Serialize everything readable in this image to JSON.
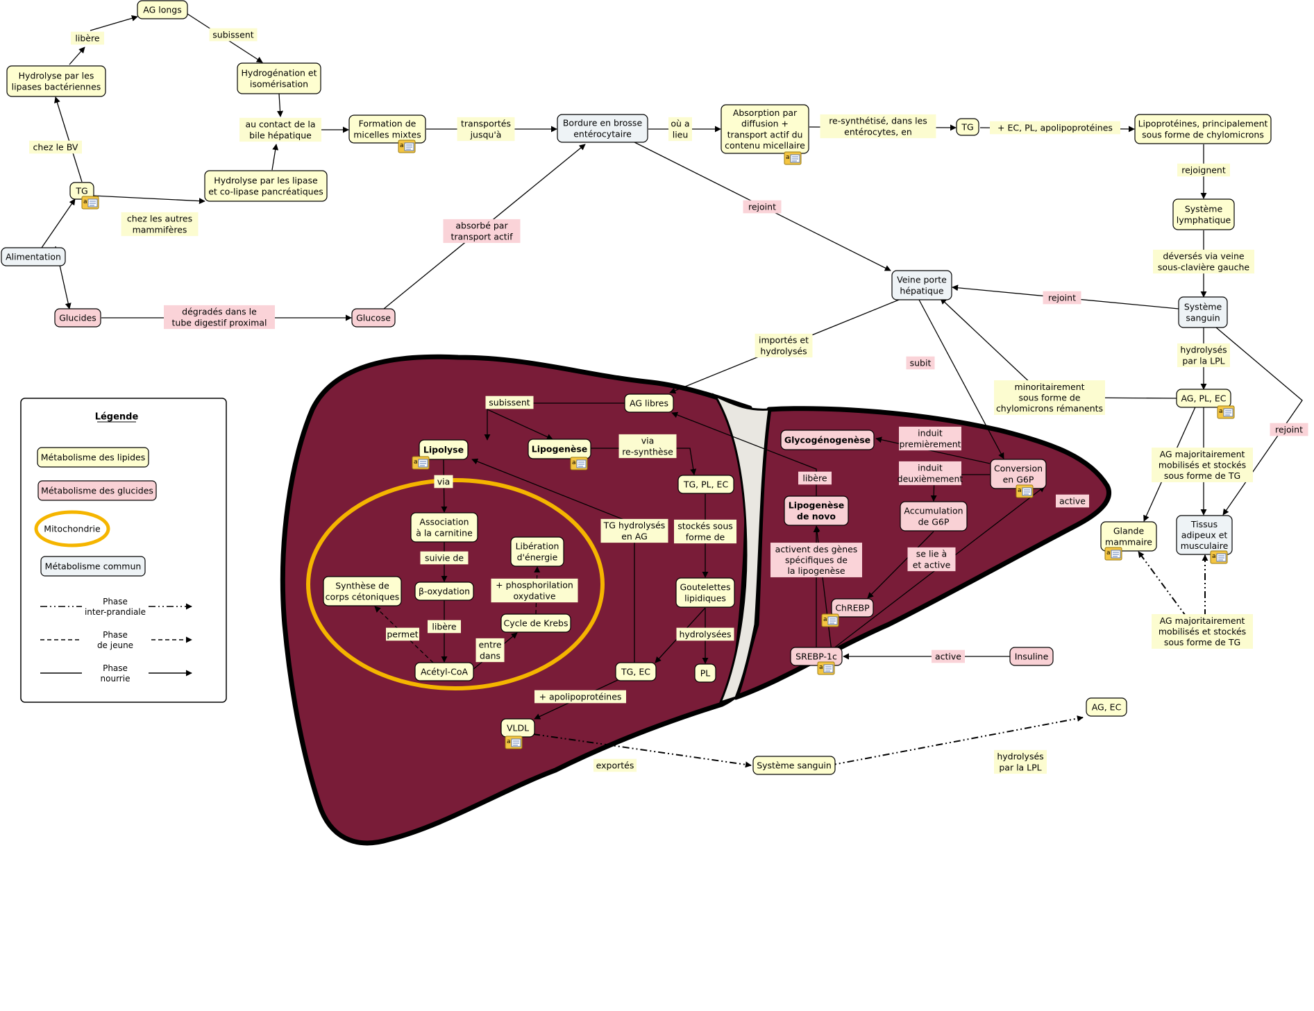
{
  "colors": {
    "lipid": "#fefed0",
    "glucid": "#f9d1d5",
    "common": "#eef3f6",
    "liver": "#791c38",
    "liver_gap": "#e9e7e1",
    "mito": "#f5b500",
    "linkLipid": "#fcfcd0",
    "linkGlucid": "#fad3d8",
    "edge": "#000000"
  },
  "legend": {
    "title": "Légende",
    "lipid": "Métabolisme des lipides",
    "glucid": "Métabolisme des glucides",
    "mito": "Mitochondrie",
    "common": "Métabolisme commun",
    "inter": "Phase\ninter-prandiale",
    "jeune": "Phase\nde jeune",
    "nourrie": "Phase\nnourrie"
  },
  "nodes": {
    "alimentation": "Alimentation",
    "tg1": "TG",
    "hydro_bact": "Hydrolyse par les\nlipases bactériennes",
    "ag_longs": "AG longs",
    "hydrog": "Hydrogénation et\nisomérisation",
    "hydro_panc": "Hydrolyse par les lipase\net co-lipase pancréatiques",
    "micelles": "Formation de\nmicelles mixtes",
    "bordure": "Bordure en brosse\nentérocytaire",
    "absorption": "Absorption par\ndiffusion +\ntransport actif du\ncontenu micellaire",
    "tg2": "TG",
    "lipoprot": "Lipoprotéines, principalement\nsous forme de chylomicrons",
    "sys_lymph": "Système\nlymphatique",
    "sys_sanguin": "Système\nsanguin",
    "veine_porte": "Veine porte\nhépatique",
    "glucides": "Glucides",
    "glucose": "Glucose",
    "ag_pl_ec": "AG, PL, EC",
    "glande": "Glande\nmammaire",
    "tissus": "Tissus\nadipeux et\nmusculaire",
    "ag_libres": "AG libres",
    "lipolyse": "Lipolyse",
    "lipogenese": "Lipogenèse",
    "tg_pl_ec": "TG, PL, EC",
    "gouttelettes": "Goutelettes\nlipidiques",
    "assoc": "Association\nà la carnitine",
    "beta": "β-oxydation",
    "synthese": "Synthèse de\ncorps cétoniques",
    "acetyl": "Acétyl-CoA",
    "krebs": "Cycle de Krebs",
    "liberation": "Libération\nd'énergie",
    "tg_ec": "TG, EC",
    "pl": "PL",
    "vldl": "VLDL",
    "sys_sanguin2": "Système sanguin",
    "ag_ec": "AG, EC",
    "glycogeno": "Glycogénogenèse",
    "conversion": "Conversion\nen G6P",
    "accumulation": "Accumulation\nde G6P",
    "lipo_novo": "Lipogenèse\nde novo",
    "chrebp": "ChREBP",
    "srebp": "SREBP-1c",
    "insuline": "Insuline"
  },
  "links": {
    "libere": "libère",
    "subissent": "subissent",
    "chez_bv": "chez le BV",
    "chez_autres": "chez les autres\nmammifères",
    "contact": "au contact de la\nbile hépatique",
    "transportes": "transportés\njusqu'à",
    "ou_lieu": "où a\nlieu",
    "resynth": "re-synthétisé, dans les\nentérocytes, en",
    "plus_ec": "+ EC, PL, apolipoprotéines",
    "rejoignent": "rejoignent",
    "deverses": "déversés via veine\nsous-clavière gauche",
    "rejoint_vp": "rejoint",
    "rejoint_bb": "rejoint",
    "degrades": "dégradés dans le\ntube digestif proximal",
    "absorbe": "absorbé par\ntransport actif",
    "importes": "importés et\nhydrolysés",
    "subit": "subit",
    "minoritaire": "minoritairement\nsous forme de\nchylomicrons rémanents",
    "hydrolyses_lpl": "hydrolysés\npar la LPL",
    "ag_major1": "AG majoritairement\nmobilisés et stockés\nsous forme de TG",
    "rejoint_tis": "rejoint",
    "ag_major2": "AG majoritairement\nmobilisés et stockés\nsous forme de TG",
    "subissent2": "subissent",
    "via": "via",
    "via_resynth": "via\nre-synthèse",
    "stockes": "stockés sous\nforme de",
    "hydrolysees": "hydrolysées",
    "tg_hydro": "TG hydrolysés\nen AG",
    "suivie": "suivie de",
    "libere2": "libère",
    "permet": "permet",
    "entre": "entre\ndans",
    "phospho": "+ phosphorilation\noxydative",
    "plus_apo": "+ apolipoprotéines",
    "exportes": "exportés",
    "hydrolyses_lpl2": "hydrolysés\npar la LPL",
    "induit1": "induit\npremièrement",
    "induit2": "induit\ndeuxièmement",
    "libere3": "libère",
    "se_lie": "se lie à\net active",
    "active1": "active",
    "activent": "activent des gènes\nspécifiques de\nla lipogenèse",
    "active2": "active"
  }
}
